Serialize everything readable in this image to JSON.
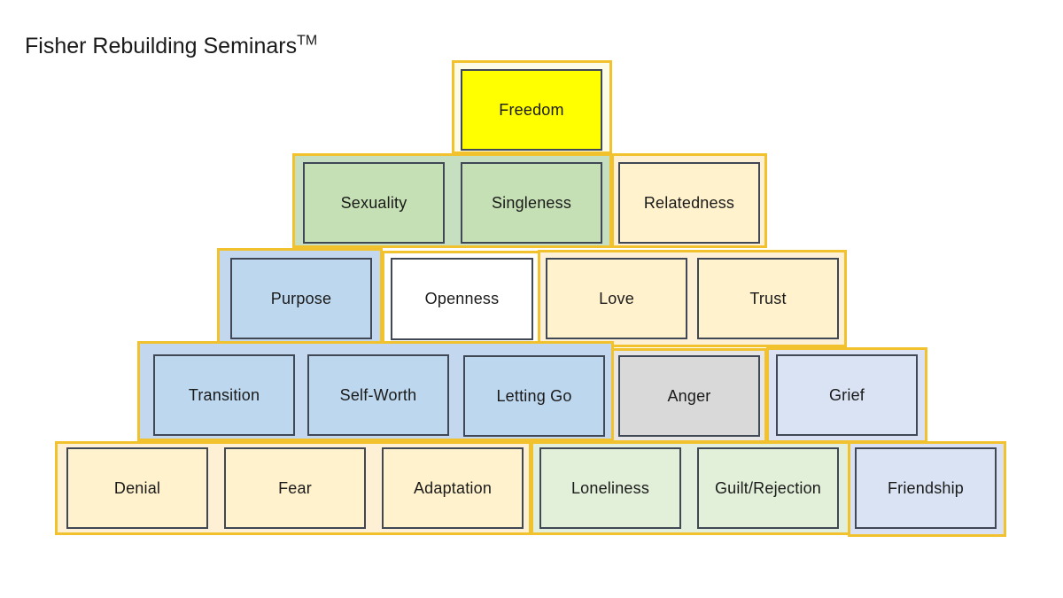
{
  "title": {
    "text": "Fisher Rebuilding Seminars",
    "trademark": "TM"
  },
  "colors": {
    "outline": "#f2c12e",
    "block_border": "#3f4854",
    "freedom": "#ffff00",
    "green": "#c5e0b4",
    "cream": "#fff2cc",
    "blue": "#bdd7ee",
    "white": "#ffffff",
    "gray": "#d9d9d9",
    "lavender": "#dae3f3",
    "light_green": "#e2f0d9"
  },
  "blocks": {
    "freedom": "Freedom",
    "sexuality": "Sexuality",
    "singleness": "Singleness",
    "relatedness": "Relatedness",
    "purpose": "Purpose",
    "openness": "Openness",
    "love": "Love",
    "trust": "Trust",
    "transition": "Transition",
    "self_worth": "Self-Worth",
    "letting_go": "Letting Go",
    "anger": "Anger",
    "grief": "Grief",
    "denial": "Denial",
    "fear": "Fear",
    "adaptation": "Adaptation",
    "loneliness": "Loneliness",
    "guilt_rejection": "Guilt/Rejection",
    "friendship": "Friendship"
  }
}
